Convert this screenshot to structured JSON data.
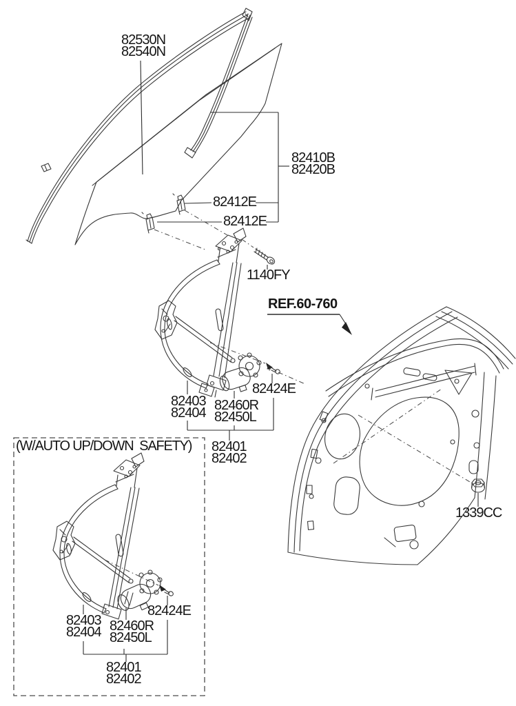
{
  "diagram": {
    "colors": {
      "background": "#ffffff",
      "line": "#383838",
      "leader": "#2c2c2c",
      "text": "#151515"
    },
    "note_box": {
      "label": "(W/AUTO UP/DOWN  SAFETY)"
    },
    "labels": {
      "run_channel_1": "82530N",
      "run_channel_2": "82540N",
      "glass_1": "82410B",
      "glass_2": "82420B",
      "glass_clip_upper": "82412E",
      "glass_clip_lower": "82412E",
      "regulator_bolt": "1140FY",
      "door_ref": "REF.60-760",
      "front_nut": "1339CC",
      "main": {
        "rail_1": "82403",
        "rail_2": "82404",
        "motor_1": "82460R",
        "motor_2": "82450L",
        "motor_bolt": "82424E",
        "assembly_1": "82401",
        "assembly_2": "82402"
      },
      "auto": {
        "rail_1": "82403",
        "rail_2": "82404",
        "motor_1": "82460R",
        "motor_2": "82450L",
        "motor_bolt": "82424E",
        "assembly_1": "82401",
        "assembly_2": "82402"
      }
    }
  }
}
